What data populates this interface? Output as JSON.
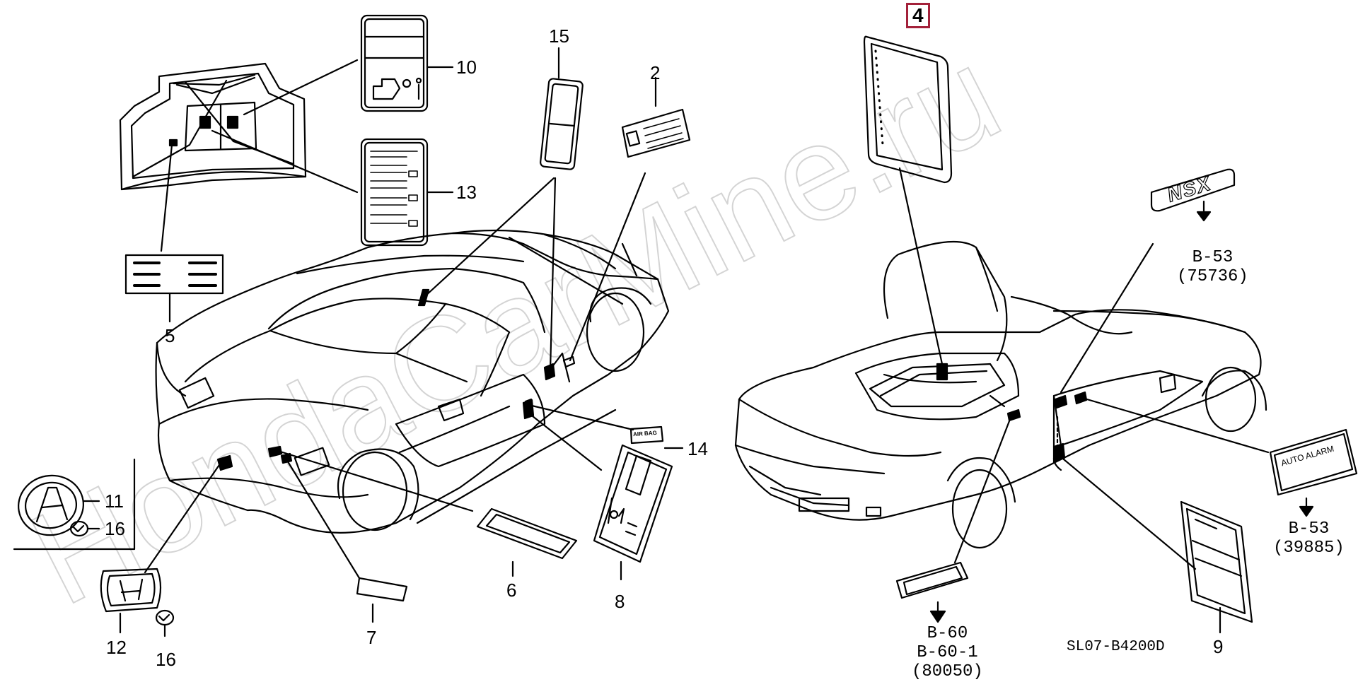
{
  "watermark": "HondaCarMine.ru",
  "highlighted_callout": "4",
  "callouts": {
    "c15": "15",
    "c2": "2",
    "c10": "10",
    "c13": "13",
    "c5": "5",
    "c11": "11",
    "c16a": "16",
    "c12": "12",
    "c16b": "16",
    "c7": "7",
    "c6": "6",
    "c8": "8",
    "c14": "14",
    "c9": "9"
  },
  "badge_nsx": "NSX",
  "label_airbag": "AIR BAG",
  "label_auto_alarm": "AUTO ALARM",
  "references": {
    "nsx": {
      "line1": "B-53",
      "line2": "(75736)"
    },
    "alarm": {
      "line1": "B-53",
      "line2": "(39885)"
    },
    "bottom": {
      "line1": "B-60",
      "line2": "B-60-1",
      "line3": "(80050)"
    }
  },
  "diagram_code": "SL07-B4200D",
  "colors": {
    "line": "#000000",
    "highlight": "#a3213a",
    "watermark": "#d9d9d9"
  }
}
